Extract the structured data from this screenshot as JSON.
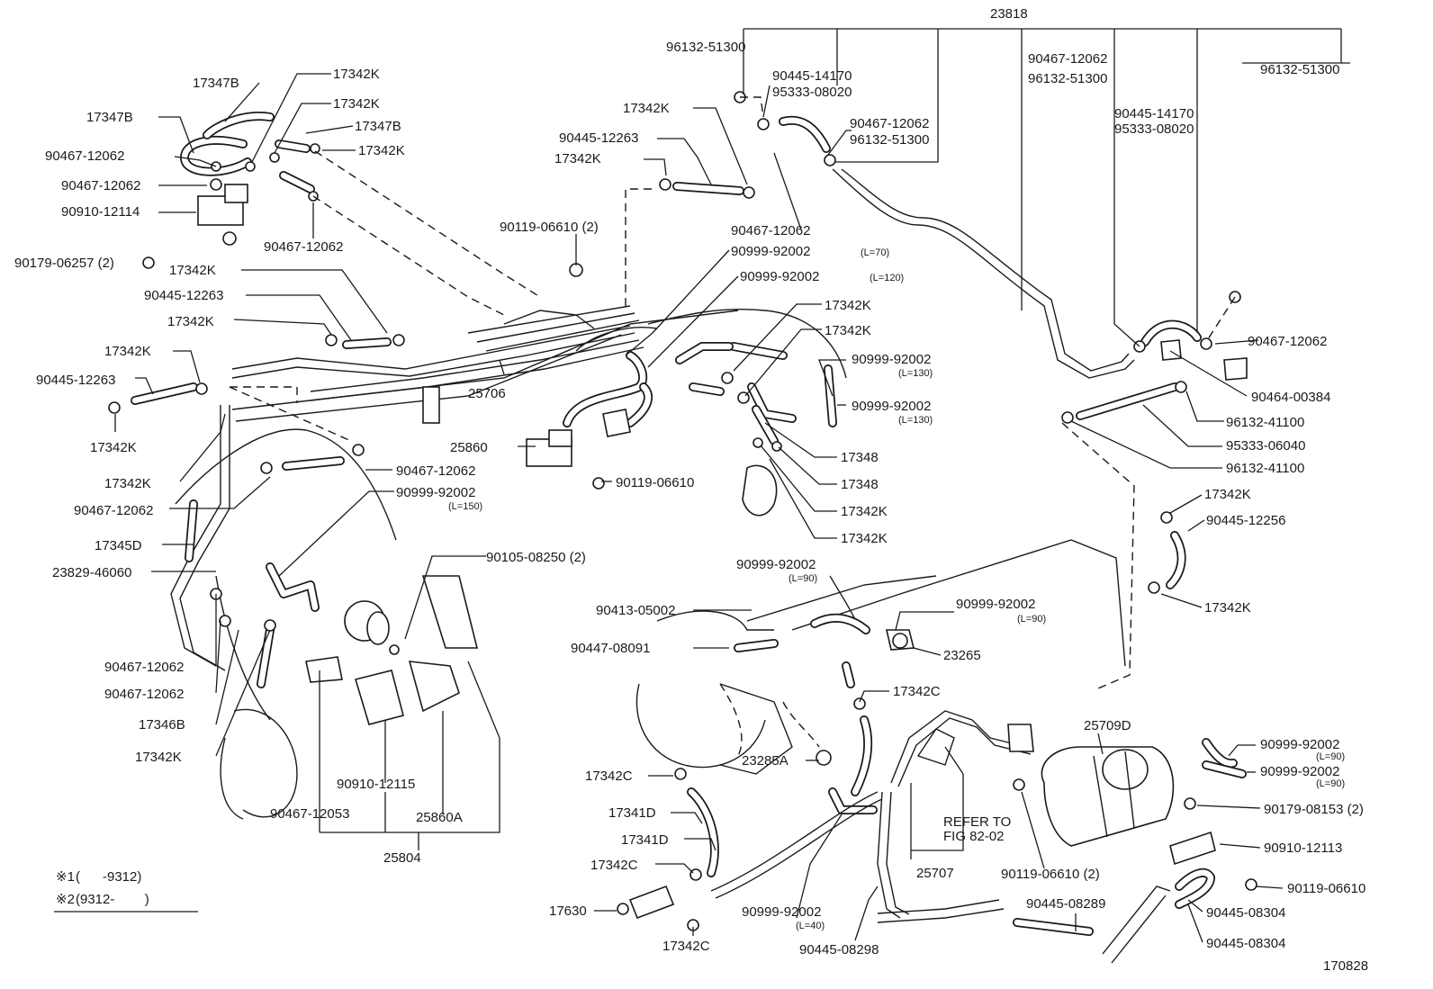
{
  "figure_number": "170828",
  "top_reference": "23818",
  "legend": [
    {
      "mark": "※1",
      "range": "(      -9312)"
    },
    {
      "mark": "※2",
      "range": "(9312-        )"
    }
  ],
  "callouts": {
    "c1": "17347B",
    "c2": "17347B",
    "c3": "90467-12062",
    "c4": "90467-12062",
    "c5": "90910-12114",
    "c6": "17342K",
    "c7": "17342K",
    "c8": "17347B",
    "c9": "17342K",
    "c10": "90467-12062",
    "c11": "90179-06257 (2)",
    "c12": "17342K",
    "c13": "90445-12263",
    "c14": "17342K",
    "c15": "17342K",
    "c16": "90445-12263",
    "c17": "17342K",
    "c18": "17342K",
    "c19": "25706",
    "c20": "90467-12062",
    "c21": "90467-12062",
    "c22": "90999-92002",
    "c23": "(L=150)",
    "c24": "17345D",
    "c25": "23829-46060",
    "c26": "90467-12062",
    "c27": "90467-12062",
    "c28": "17346B",
    "c29": "17342K",
    "c30": "90910-12115",
    "c31": "90467-12053",
    "c32": "25860A",
    "c33": "25804",
    "c34": "90105-08250 (2)",
    "c35": "17342K",
    "c36": "90445-12263",
    "c37": "17342K",
    "c38": "90119-06610 (2)",
    "c39": "90999-92002",
    "c40": "(L=70)",
    "c41": "90999-92002",
    "c42": "(L=120)",
    "c43": "25860",
    "c44": "90119-06610",
    "c45": "96132-51300",
    "c46": "90445-14170",
    "c47": "95333-08020",
    "c48": "90467-12062",
    "c49": "96132-51300",
    "c50": "90467-12062",
    "c51": "17342K",
    "c52": "17342K",
    "c53": "90999-92002",
    "c54": "(L=130)",
    "c55": "90999-92002",
    "c56": "(L=130)",
    "c57": "17348",
    "c58": "17348",
    "c59": "17342K",
    "c60": "17342K",
    "c61": "90467-12062",
    "c62": "96132-51300",
    "c63": "96132-51300",
    "c64": "90445-14170",
    "c65": "95333-08020",
    "c66": "90467-12062",
    "c67": "90464-00384",
    "c68": "96132-41100",
    "c69": "95333-06040",
    "c70": "96132-41100",
    "c71": "17342K",
    "c72": "90445-12256",
    "c73": "17342K",
    "c74": "90999-92002",
    "c75": "(L=90)",
    "c76": "90413-05002",
    "c77": "90999-92002",
    "c78": "(L=90)",
    "c79": "90447-08091",
    "c80": "23265",
    "c81": "17342C",
    "c82": "23285A",
    "c83": "17342C",
    "c84": "17341D",
    "c85": "17341D",
    "c86": "17342C",
    "c87": "17630",
    "c88": "17342C",
    "c89": "90999-92002",
    "c90": "(L=40)",
    "c91": "90445-08298",
    "c92": "25707",
    "c93": "REFER TO",
    "c94": "FIG 82-02",
    "c95": "90119-06610 (2)",
    "c96": "25709D",
    "c97": "90445-08289",
    "c98": "90999-92002",
    "c99": "(L=90)",
    "c100": "90999-92002",
    "c101": "(L=90)",
    "c102": "90179-08153 (2)",
    "c103": "90910-12113",
    "c104": "90119-06610",
    "c105": "90445-08304",
    "c106": "90445-08304"
  }
}
